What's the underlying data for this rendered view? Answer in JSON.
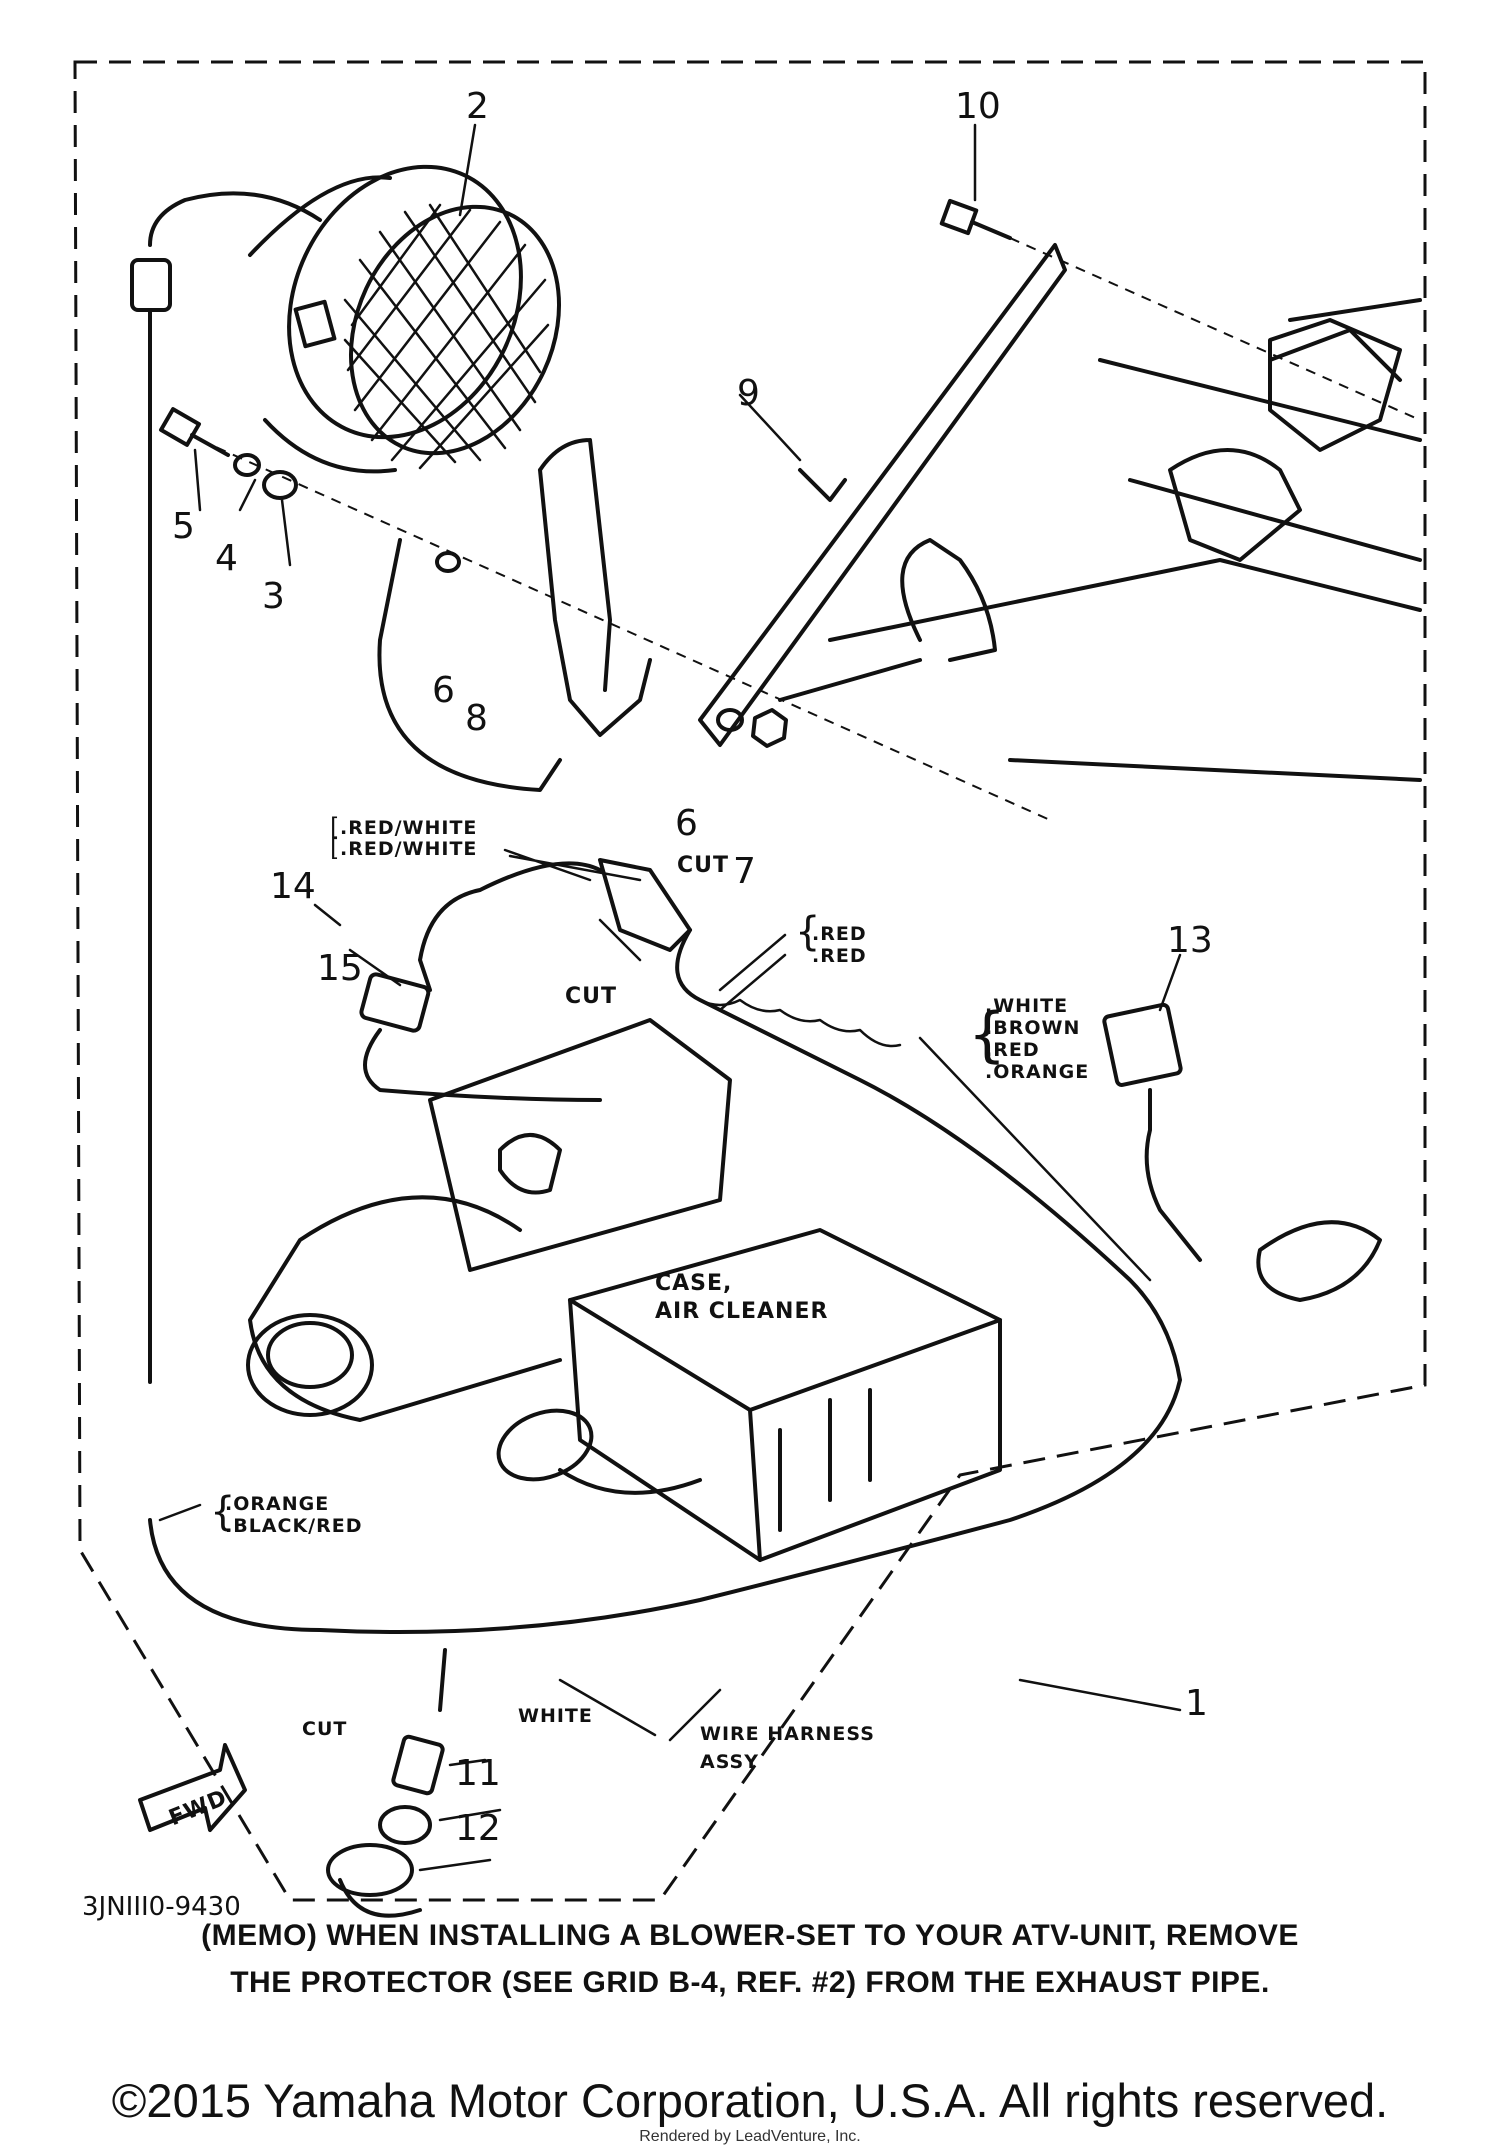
{
  "callouts": {
    "n1": "1",
    "n2": "2",
    "n3": "3",
    "n4": "4",
    "n5": "5",
    "n6a": "6",
    "n6b": "6",
    "n7": "7",
    "n8": "8",
    "n9": "9",
    "n10": "10",
    "n11": "11",
    "n12": "12",
    "n13": "13",
    "n14": "14",
    "n15": "15"
  },
  "labels": {
    "red_white_1": ".RED/WHITE",
    "red_white_2": ".RED/WHITE",
    "cut_top": "CUT",
    "red_1": ".RED",
    "red_2": ".RED",
    "cut_mid": "CUT",
    "white": ".WHITE",
    "brown": ".BROWN",
    "red": ".RED",
    "orange": ".ORANGE",
    "case_1": "CASE,",
    "case_2": "AIR CLEANER",
    "orange_left": ".ORANGE",
    "black_red": ".BLACK/RED",
    "white_bottom": "WHITE",
    "cut_bottom": "CUT",
    "harness_1": "WIRE HARNESS",
    "harness_2": "ASSY",
    "fwd": "FWD",
    "part_code": "3JNIII0-9430"
  },
  "memo": {
    "line1": "(MEMO) WHEN INSTALLING A BLOWER-SET TO YOUR ATV-UNIT, REMOVE",
    "line2": "THE PROTECTOR (SEE GRID B-4, REF. #2) FROM THE EXHAUST PIPE."
  },
  "footer": {
    "copyright": "©2015 Yamaha Motor Corporation, U.S.A. All rights reserved.",
    "rendered": "Rendered by LeadVenture, Inc."
  }
}
